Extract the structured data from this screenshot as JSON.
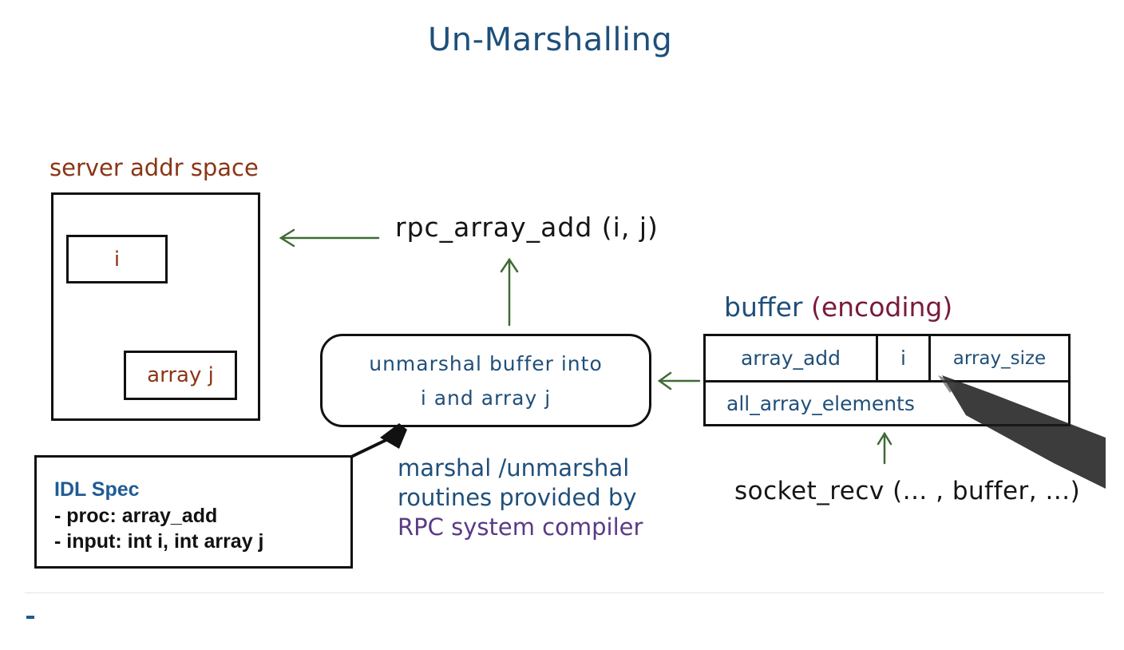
{
  "title": "Un-Marshalling",
  "server": {
    "label": "server addr space",
    "var_i": "i",
    "var_array_j": "array j"
  },
  "rpc_call": "rpc_array_add (i, j)",
  "unmarshal_box": {
    "line1": "unmarshal buffer into",
    "line2": "i and array j"
  },
  "buffer": {
    "label_prefix": "buffer",
    "label_encoding": "(encoding)",
    "row1": [
      "array_add",
      "i",
      "array_size"
    ],
    "row2": "all_array_elements"
  },
  "socket_recv": "socket_recv (... , buffer, ...)",
  "marshal_note": {
    "line1": "marshal /unmarshal",
    "line2": "routines provided by",
    "line3": "RPC system compiler"
  },
  "idl_spec": {
    "title": "IDL Spec",
    "line1": "- proc: array_add",
    "line2": "- input: int i, int array j"
  },
  "colors": {
    "title_blue": "#1f4f7a",
    "server_brown": "#8a3516",
    "arrow_green": "#3f6b35",
    "encoding_maroon": "#7a1a3a",
    "compiler_purple": "#5a3a86",
    "idl_title_blue": "#1f5b95"
  }
}
